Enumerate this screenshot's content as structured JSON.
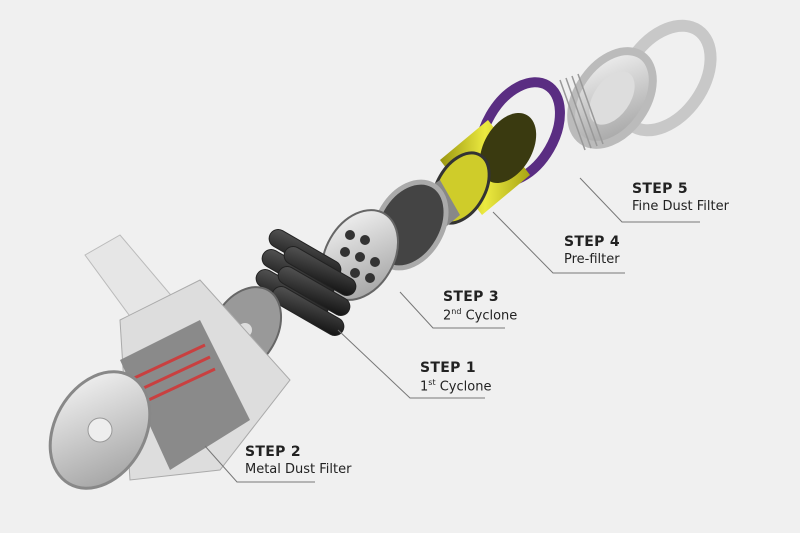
{
  "labels": [
    {
      "step": "STEP 5",
      "desc": "Fine Dust Filter"
    },
    {
      "step": "STEP 4",
      "desc": "Pre-filter"
    },
    {
      "step": "STEP 3",
      "ordinal": "2",
      "suffix": "nd",
      "desc": "Cyclone"
    },
    {
      "step": "STEP 1",
      "ordinal": "1",
      "suffix": "st",
      "desc": "Cyclone"
    },
    {
      "step": "STEP 2",
      "desc": "Metal Dust Filter"
    }
  ],
  "colors": {
    "background": "#f0f0f0",
    "prefilter": "#d8d420",
    "ring": "#5a2d82",
    "stripe": "#c94040"
  }
}
